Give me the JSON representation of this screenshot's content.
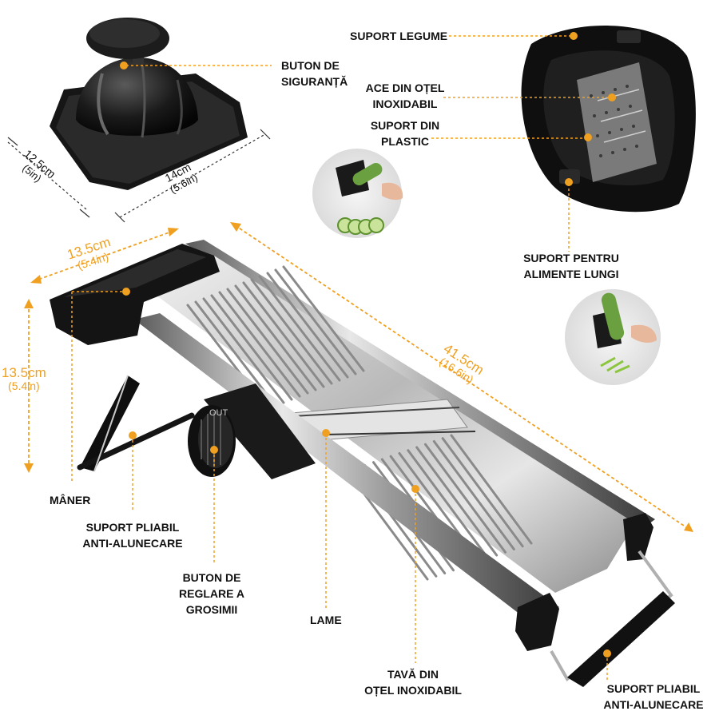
{
  "colors": {
    "accent": "#f0a020",
    "text": "#111111"
  },
  "labels": {
    "safety_button": [
      "BUTON DE",
      "SIGURANȚĂ"
    ],
    "food_holder": "SUPORT LEGUME",
    "steel_pins": [
      "ACE DIN OȚEL",
      "INOXIDABIL"
    ],
    "plastic_holder": [
      "SUPORT DIN",
      "PLASTIC"
    ],
    "long_food_holder": [
      "SUPORT PENTRU",
      "ALIMENTE LUNGI"
    ],
    "handle": "MÂNER",
    "foldable_stand_left": [
      "SUPORT PLIABIL",
      "ANTI-ALUNECARE"
    ],
    "thickness_knob": [
      "BUTON DE",
      "REGLARE A",
      "GROSIMII"
    ],
    "blades": "LAME",
    "steel_tray": [
      "TAVĂ DIN",
      "OȚEL INOXIDABIL"
    ],
    "foldable_stand_right": [
      "SUPORT PLIABIL",
      "ANTI-ALUNECARE"
    ]
  },
  "dimensions": {
    "holder_depth": [
      "12.5cm",
      "(5in)"
    ],
    "holder_width": [
      "14cm",
      "(5.6in)"
    ],
    "slicer_width": [
      "13.5cm",
      "(5.4in)"
    ],
    "slicer_height": [
      "13.5cm",
      "(5.4in)"
    ],
    "slicer_length": [
      "41.5cm",
      "(16.6in)"
    ]
  },
  "knob_text": "OUT"
}
